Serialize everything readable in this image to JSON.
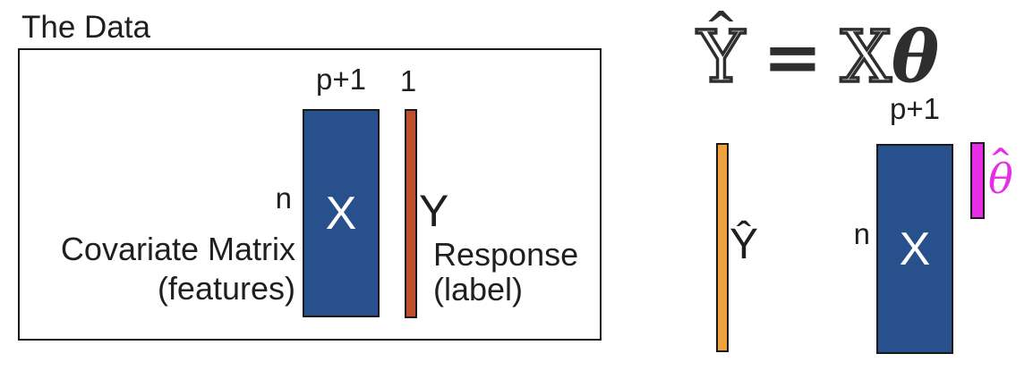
{
  "colors": {
    "blue": "#27508D",
    "red": "#BF4E2C",
    "orange": "#F0A13D",
    "magenta": "#E62EE6",
    "ink": "#1F1F1F",
    "eqink": "#2E2E2E",
    "border": "#1A1A1A"
  },
  "data_panel": {
    "title": "The Data",
    "covariate": {
      "width_label": "p+1",
      "height_label": "n",
      "symbol": "X",
      "caption_line1": "Covariate Matrix",
      "caption_line2": "(features)"
    },
    "response": {
      "width_label": "1",
      "symbol": "Y",
      "caption_line1": "Response",
      "caption_line2": "(label)"
    }
  },
  "prediction_panel": {
    "equation": {
      "lhs_symbol": "Y",
      "lhs_hat": "^",
      "equals": "=",
      "rhs_matrix_symbol": "X",
      "rhs_theta_symbol": "θ"
    },
    "yhat_vector": {
      "label": "Ŷ"
    },
    "covariate": {
      "width_label": "p+1",
      "height_label": "n",
      "symbol": "X"
    },
    "theta_vector": {
      "symbol": "θ",
      "hat": "^"
    }
  }
}
